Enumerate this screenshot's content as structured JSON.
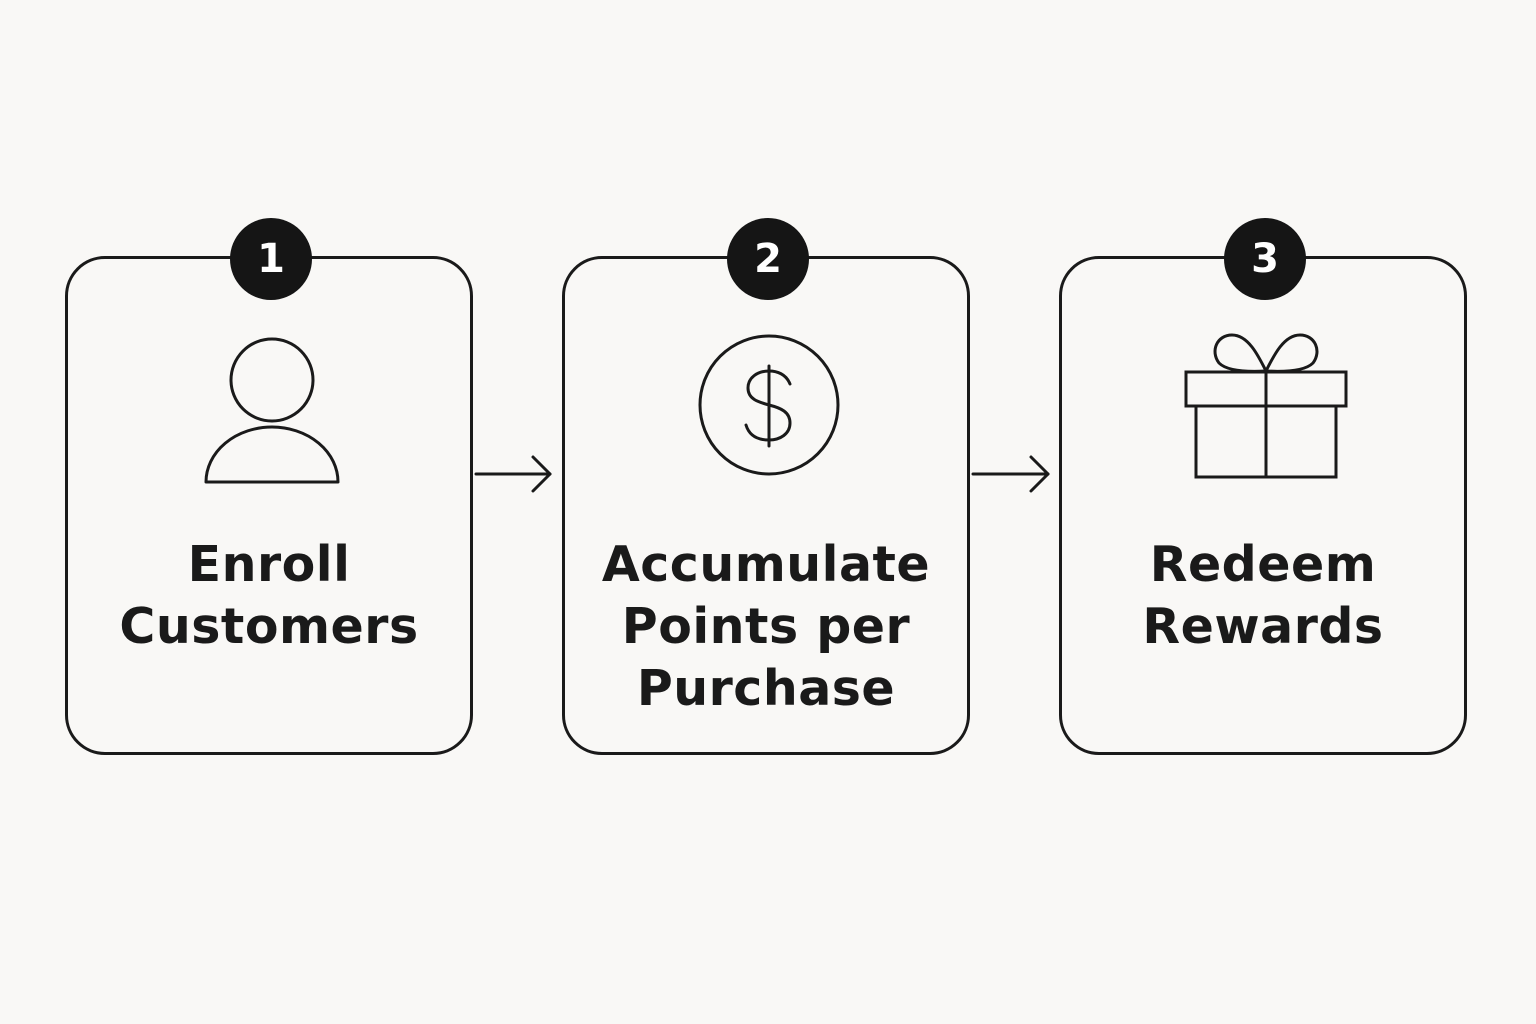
{
  "steps": [
    {
      "number": "1",
      "icon": "person-icon",
      "label_lines": [
        "Enroll",
        "Customers"
      ]
    },
    {
      "number": "2",
      "icon": "dollar-coin-icon",
      "label_lines": [
        "Accumulate",
        "Points per",
        "Purchase"
      ]
    },
    {
      "number": "3",
      "icon": "gift-icon",
      "label_lines": [
        "Redeem",
        "Rewards"
      ]
    }
  ],
  "colors": {
    "background": "#f9f8f6",
    "stroke": "#1a1a1a",
    "badge": "#151515",
    "badge_text": "#ffffff"
  }
}
